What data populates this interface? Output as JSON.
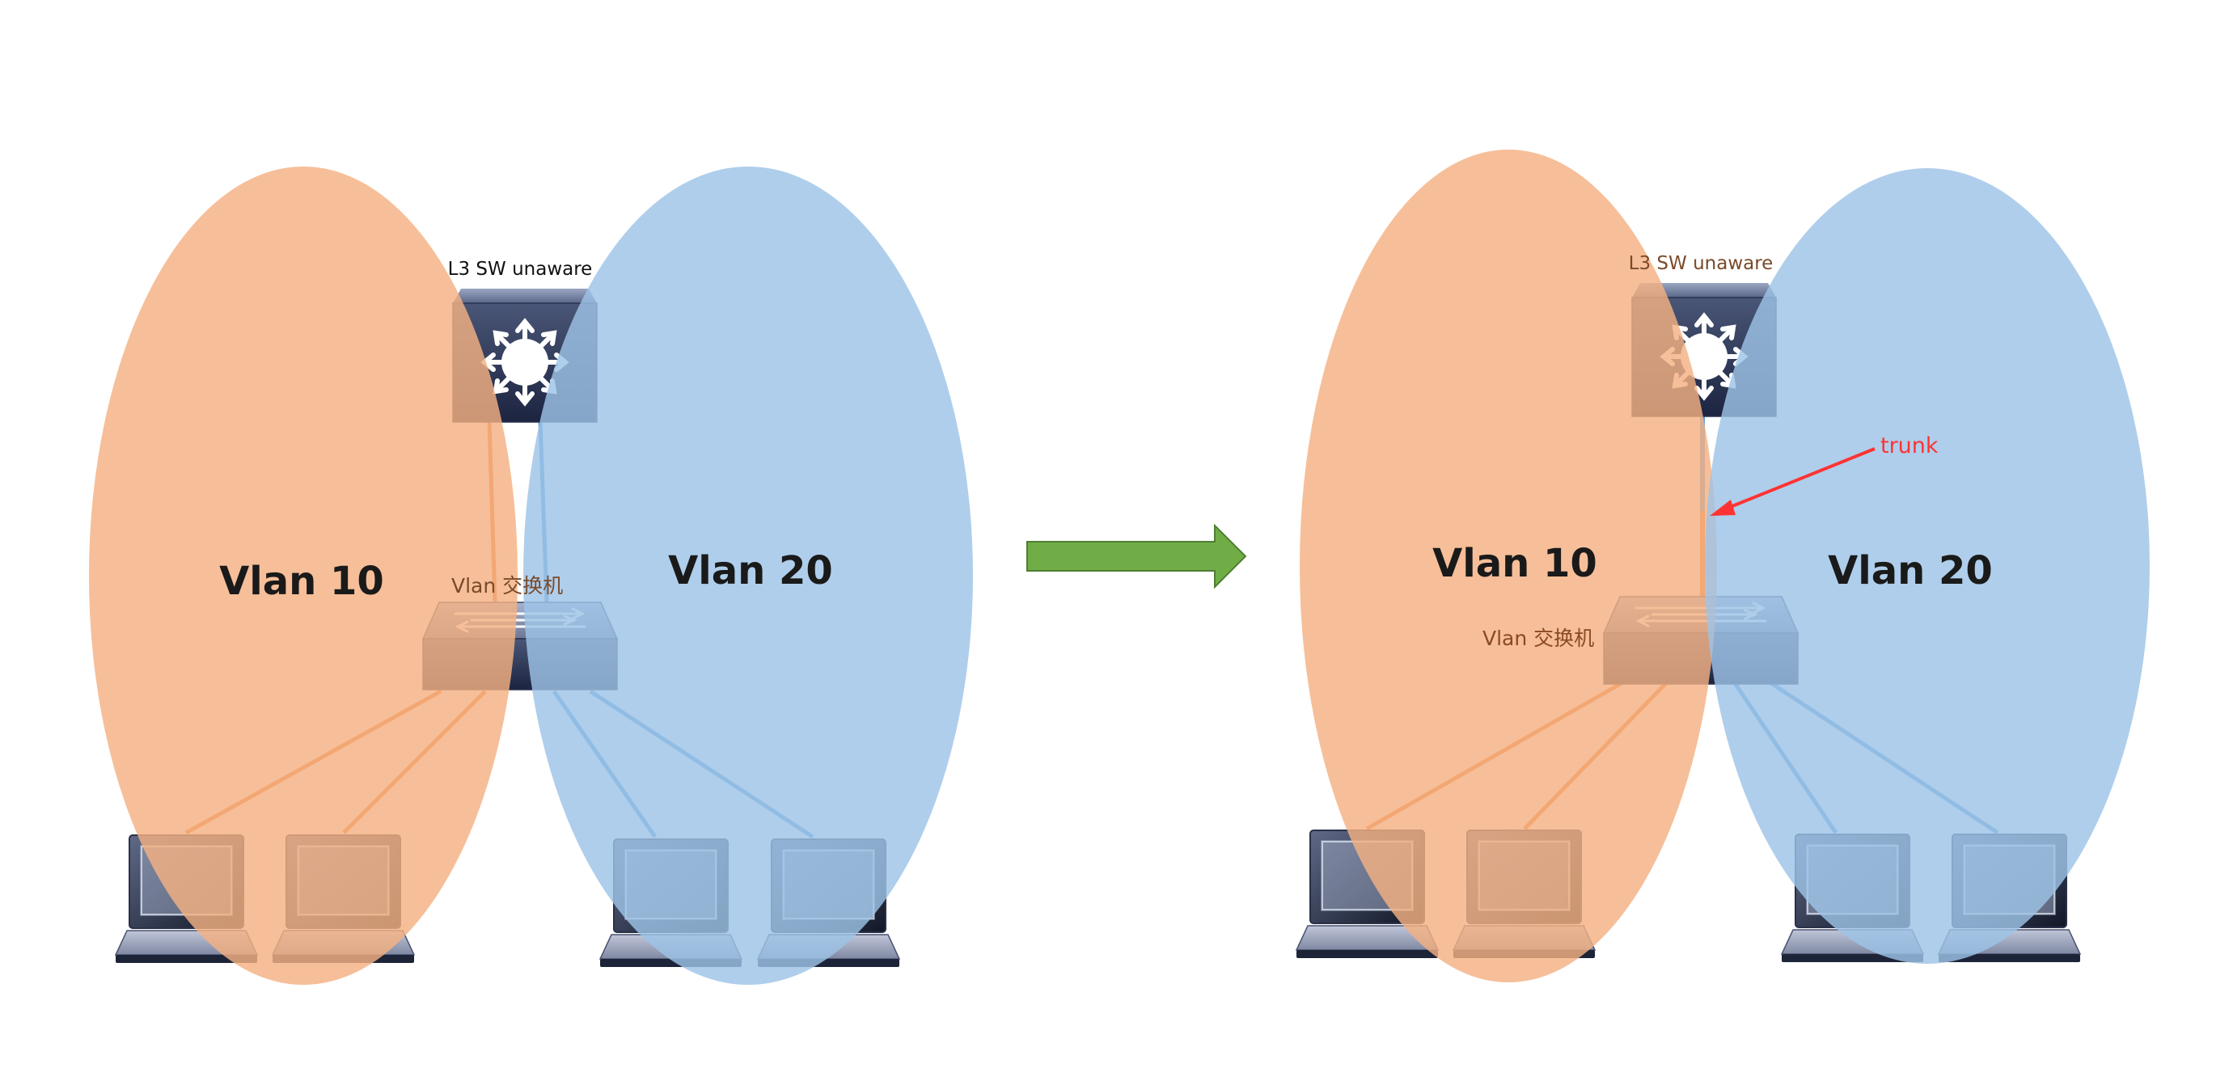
{
  "diagrams": [
    {
      "vlan_left_label": "Vlan 10",
      "vlan_right_label": "Vlan 20",
      "l3_switch_label": "L3 SW unaware",
      "vlan_switch_label": "Vlan 交换机"
    },
    {
      "vlan_left_label": "Vlan 10",
      "vlan_right_label": "Vlan 20",
      "l3_switch_label": "L3 SW unaware",
      "vlan_switch_label": "Vlan 交换机",
      "trunk_label": "trunk"
    }
  ],
  "colors": {
    "vlan10": "#f4b183",
    "vlan20": "#9dc3e6",
    "vlan10_link": "#ed7d31",
    "vlan20_link": "#5b9bd5",
    "arrow": "#70ad47",
    "trunk_annotation": "#ff3333"
  },
  "icons": {
    "l3_switch": "router-switch-icon",
    "vlan_switch": "workgroup-switch-icon",
    "host": "laptop-icon",
    "transition": "right-arrow-icon"
  }
}
